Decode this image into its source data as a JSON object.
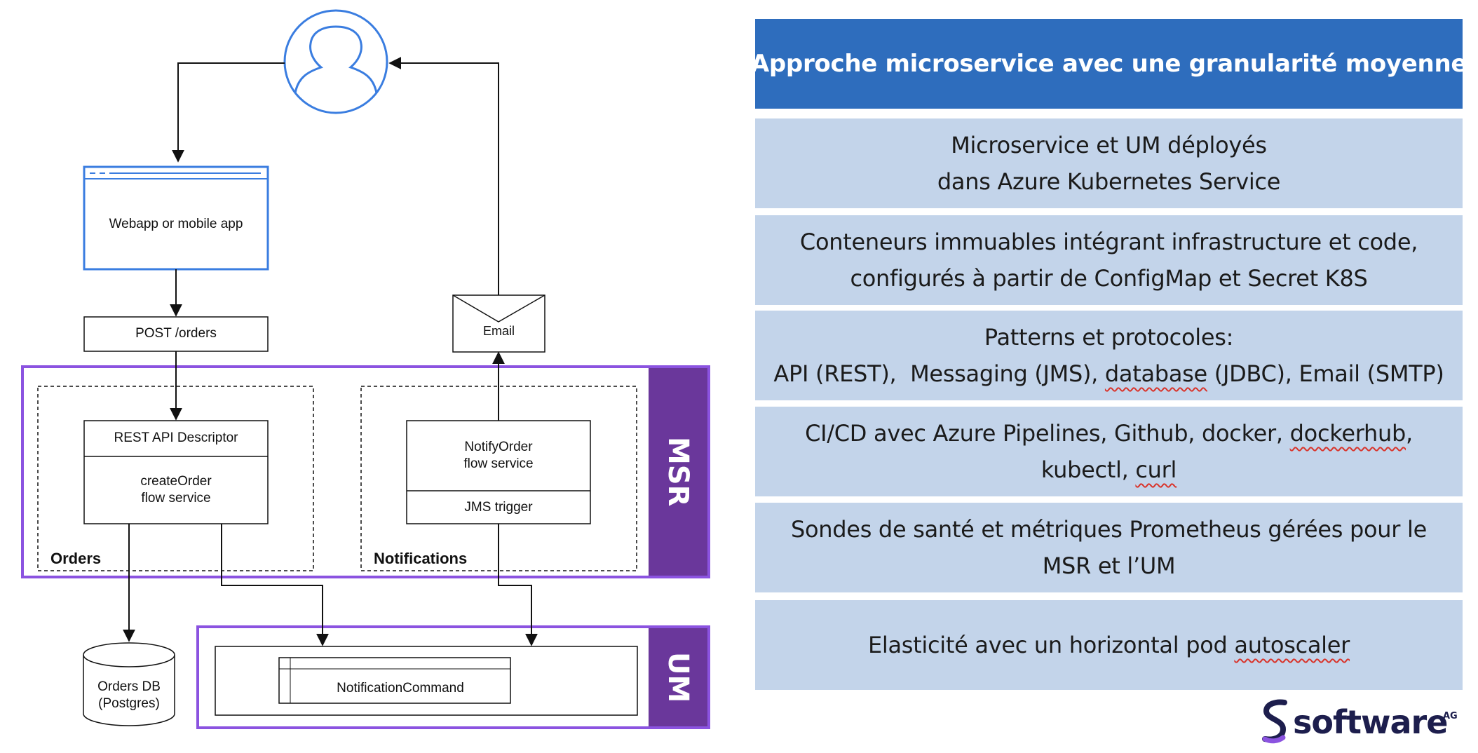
{
  "diagram": {
    "client_app": "Webapp or mobile app",
    "post_endpoint": "POST /orders",
    "email": "Email",
    "rest_descriptor": "REST API Descriptor",
    "create_order_1": "createOrder",
    "create_order_2": "flow service",
    "notify_order_1": "NotifyOrder",
    "notify_order_2": "flow service",
    "jms_trigger": "JMS trigger",
    "orders_group": "Orders",
    "notifications_group": "Notifications",
    "msr_label": "MSR",
    "um_label": "UM",
    "orders_db_1": "Orders DB",
    "orders_db_2": "(Postgres)",
    "notification_command": "NotificationCommand"
  },
  "panels": {
    "title": "Approche microservice avec une granularité moyenne",
    "p1_l1": "Microservice et UM déployés",
    "p1_l2": "dans Azure Kubernetes Service",
    "p2_l1": "Conteneurs immuables intégrant infrastructure et code,",
    "p2_l2": "configurés à partir de ConfigMap et Secret K8S",
    "p3_l1": "Patterns et protocoles:",
    "p3_l2a": "API (REST),  Messaging (JMS), ",
    "p3_l2b": "database",
    "p3_l2c": " (JDBC), Email (SMTP)",
    "p4_l1a": "CI/CD avec Azure Pipelines, Github, docker, ",
    "p4_l1b": "dockerhub",
    "p4_l1c": ",",
    "p4_l2a": "kubectl, ",
    "p4_l2b": "curl",
    "p5_l1": "Sondes de santé et métriques Prometheus gérées pour le",
    "p5_l2": "MSR et l’UM",
    "p6_a": "Elasticité avec un horizontal pod ",
    "p6_b": "autoscaler"
  },
  "logo": {
    "text": "software",
    "suffix": "AG"
  },
  "colors": {
    "purple": "#8b53e0",
    "purple_fill": "#6a379b",
    "blue": "#3a7de0",
    "panel_light": "#c3d4ea",
    "panel_head": "#2e6dbd"
  }
}
